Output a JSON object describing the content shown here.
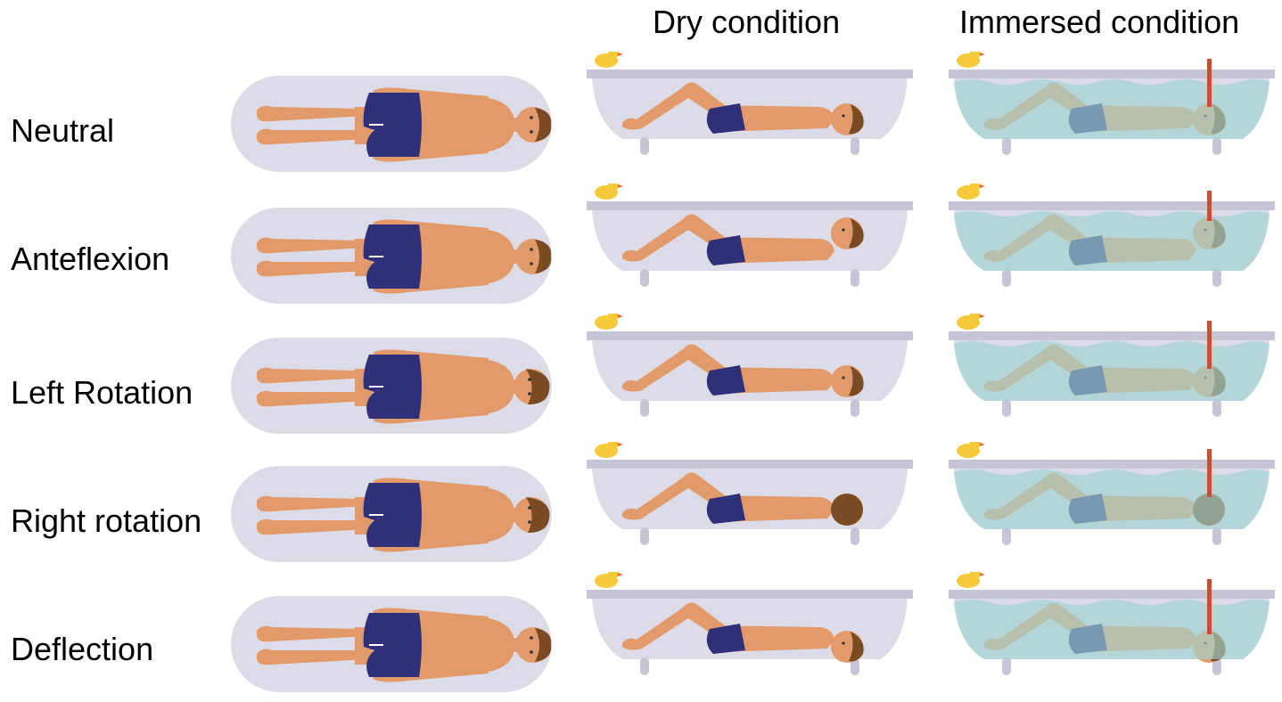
{
  "headers": {
    "dry": "Dry condition",
    "immersed": "Immersed condition"
  },
  "rows": [
    {
      "label": "Neutral",
      "head": "neutral"
    },
    {
      "label": "Anteflexion",
      "head": "anteflexion"
    },
    {
      "label": "Left Rotation",
      "head": "left-rotation"
    },
    {
      "label": "Right rotation",
      "head": "right-rotation"
    },
    {
      "label": "Deflection",
      "head": "deflection"
    }
  ],
  "colors": {
    "skin": "#E39A6B",
    "hair": "#7A4A22",
    "shorts": "#2F2F7A",
    "tub": "#DCDCE8",
    "tub_rim": "#C5C5D6",
    "water": "#9FD3D1",
    "duck": "#F5C93A",
    "duck_beak": "#E8682B",
    "snorkel": "#C8502E",
    "tub_outline": "#EFEFF5"
  }
}
